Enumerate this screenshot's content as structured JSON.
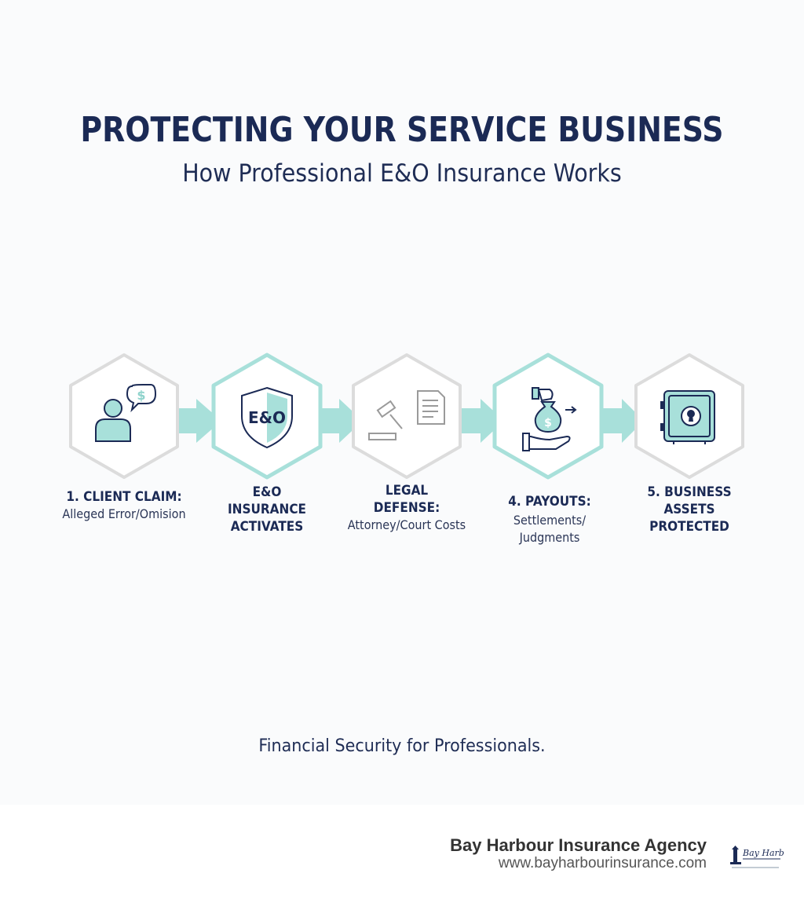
{
  "header": {
    "title": "PROTECTING YOUR SERVICE BUSINESS",
    "subtitle": "How Professional E&O Insurance Works"
  },
  "colors": {
    "navy": "#1b2a55",
    "teal": "#a8e0da",
    "teal_dark": "#8fd3cc",
    "hex_border_gray": "#dcdcdc",
    "icon_stroke": "#1b2a55"
  },
  "steps": [
    {
      "icon": "person-speech-dollar-icon",
      "bold": "1. CLIENT CLAIM:",
      "light": "Alleged Error/Omision"
    },
    {
      "icon": "shield-eo-icon",
      "shield_text": "E&O",
      "bold_lines": [
        "E&O",
        "INSURANCE",
        "ACTIVATES"
      ]
    },
    {
      "icon": "gavel-document-icon",
      "bold_lines": [
        "LEGAL",
        "DEFENSE:"
      ],
      "light": "Attorney/Court Costs"
    },
    {
      "icon": "money-bag-hand-icon",
      "bold": "4. PAYOUTS:",
      "light_lines": [
        "Settlements/",
        "Judgments"
      ]
    },
    {
      "icon": "safe-icon",
      "bold_lines": [
        "5. BUSINESS",
        "ASSETS",
        "PROTECTED"
      ]
    }
  ],
  "tagline": "Financial Security for Professionals.",
  "footer": {
    "agency": "Bay Harbour Insurance Agency",
    "url": "www.bayharbourinsurance.com",
    "logo_text": "Bay Harbour"
  }
}
